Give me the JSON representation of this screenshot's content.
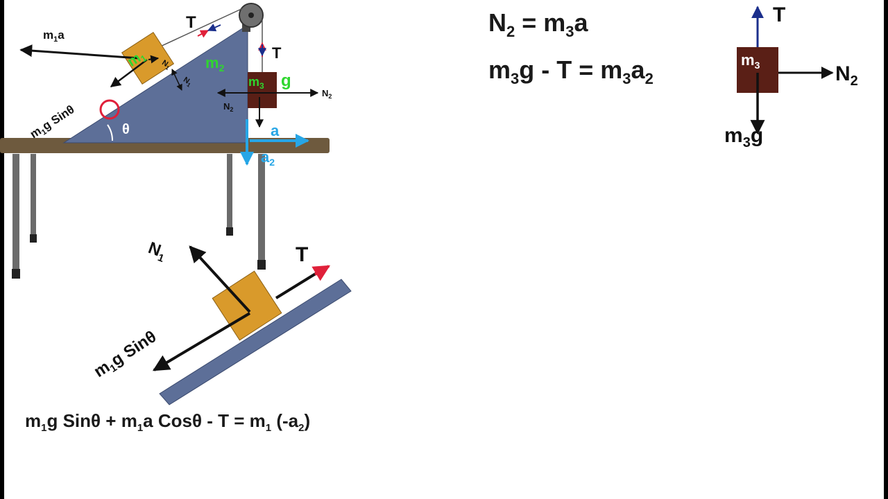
{
  "equations": {
    "eq1": {
      "lhs_base": "N",
      "lhs_sub": "2",
      "rhs_base": "m",
      "rhs_sub": "3",
      "rhs_tail": "a"
    },
    "eq2": {
      "a": "m",
      "a_sub": "3",
      "b": "g - T = m",
      "b_sub": "3",
      "c": "a",
      "c_sub": "2"
    },
    "eq3": {
      "p1": "m",
      "p1_sub": "1",
      "p2": "g Sinθ + m",
      "p2_sub": "1",
      "p3": "a Cosθ - T = m",
      "p3_sub": "1",
      "p4": " (-a",
      "p4_sub": "2",
      "p5": ")"
    }
  },
  "diagram": {
    "m1a": {
      "base": "m",
      "sub": "1",
      "tail": "a"
    },
    "t_top": "T",
    "t_right": "T",
    "m1_block": {
      "base": "m",
      "sub": "1"
    },
    "n1_small": {
      "base": "N",
      "sub": "1"
    },
    "n1_small2": {
      "base": "N",
      "sub": "1"
    },
    "m2_label": {
      "base": "m",
      "sub": "2"
    },
    "m3_block": {
      "base": "m",
      "sub": "3"
    },
    "g_label": "g",
    "n2_right": {
      "base": "N",
      "sub": "2"
    },
    "n2_left": {
      "base": "N",
      "sub": "2"
    },
    "m1g_sin": {
      "base": "m",
      "sub": "1",
      "tail": "g Sinθ"
    },
    "theta": "θ",
    "a_label": "a",
    "a2_label": {
      "base": "a",
      "sub": "2"
    }
  },
  "fbd_m3": {
    "t": "T",
    "block": {
      "base": "m",
      "sub": "3"
    },
    "n2": {
      "base": "N",
      "sub": "2"
    },
    "weight": {
      "base": "m",
      "sub": "3",
      "tail": "g"
    }
  },
  "fbd_m1": {
    "n1": {
      "base": "N",
      "sub": "1"
    },
    "t": "T",
    "weight": {
      "base": "m",
      "sub": "1",
      "tail": "g Sinθ"
    }
  },
  "colors": {
    "wedge": "#5d6f98",
    "block_m1": "#d99a2b",
    "block_m3": "#5a1f16",
    "table": "#6e5a3e",
    "table_leg": "#6b6b6b",
    "arrow": "#111111",
    "accent_red": "#e0203a",
    "accent_blue": "#1b2f8c",
    "cyan": "#27a6e6",
    "green": "#2fd62f",
    "plank": "#5d6f98"
  }
}
